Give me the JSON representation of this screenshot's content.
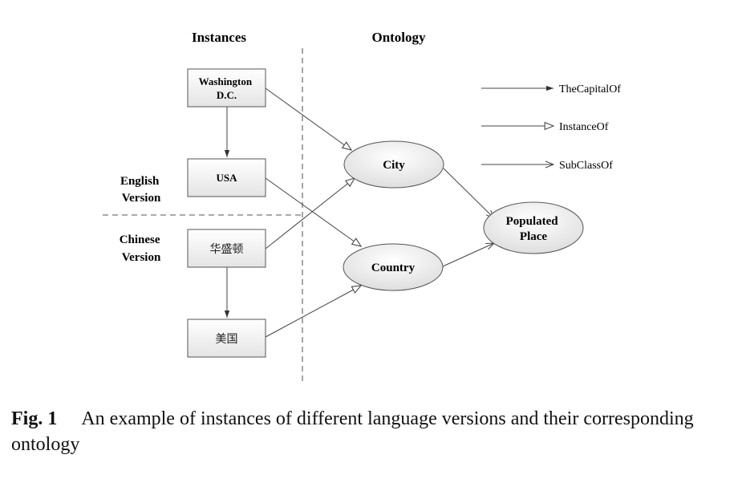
{
  "headers": {
    "instances": "Instances",
    "ontology": "Ontology"
  },
  "sections": {
    "english": [
      "English",
      "Version"
    ],
    "chinese": [
      "Chinese",
      "Version"
    ]
  },
  "instances": {
    "washington": [
      "Washington",
      "D.C."
    ],
    "usa": "USA",
    "huashengdun": "华盛顿",
    "meiguo": "美国"
  },
  "classes": {
    "city": "City",
    "country": "Country",
    "populated_place": [
      "Populated",
      "Place"
    ]
  },
  "legend": {
    "capital_of": "TheCapitalOf",
    "instance_of": "InstanceOf",
    "subclass_of": "SubClassOf"
  },
  "caption": {
    "label": "Fig. 1",
    "text": "An example of instances of different language versions and their corresponding ontology"
  }
}
